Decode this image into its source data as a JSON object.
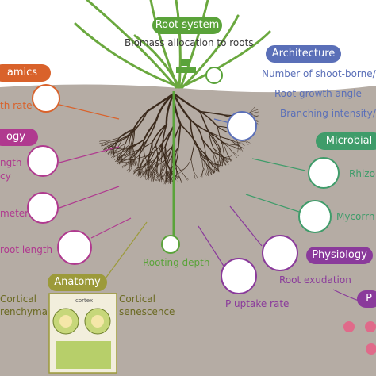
{
  "center": {
    "title": "Root system",
    "subtitle": "Biomass allocation to roots",
    "depth_label": "Rooting depth"
  },
  "architecture": {
    "title": "Architecture",
    "items": [
      "Number of shoot-borne/",
      "Root growth angle",
      "Branching intensity/r"
    ]
  },
  "dynamics": {
    "title": "amics",
    "items": [
      "th rate"
    ]
  },
  "morphology": {
    "title": "ogy",
    "items": [
      "ngth",
      "cy",
      "meter",
      "root length"
    ]
  },
  "microbial": {
    "title": "Microbial",
    "items": [
      "Rhizo",
      "Mycorrh"
    ]
  },
  "physiology": {
    "title": "Physiology",
    "items": [
      "Root exudation",
      "P uptake rate"
    ],
    "partial_pill": "P"
  },
  "anatomy": {
    "title": "Anatomy",
    "items": [
      "Cortical",
      "renchyma",
      "Cortical",
      "senescence"
    ],
    "inset_text": "cortex"
  },
  "colors": {
    "root_system": "#5aa33a",
    "architecture": "#5a6fb8",
    "dynamics": "#d9622b",
    "morphology": "#b0398f",
    "microbial": "#3f9c6a",
    "physiology": "#8a3a9b",
    "anatomy": "#9c9a3a",
    "soil": "#b5aca4",
    "root": "#3b2a1c"
  }
}
